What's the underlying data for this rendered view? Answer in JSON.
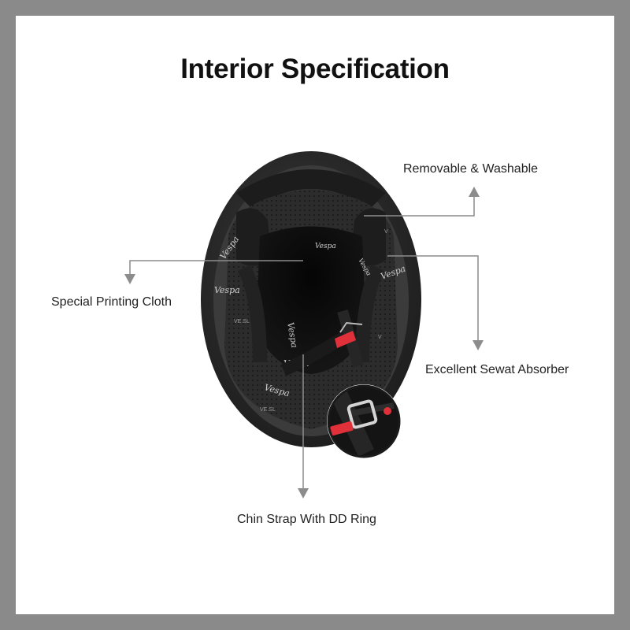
{
  "title": "Interior Specification",
  "callouts": [
    {
      "id": "removable",
      "label": "Removable & Washable"
    },
    {
      "id": "printing",
      "label": "Special Printing Cloth"
    },
    {
      "id": "absorber",
      "label": "Excellent Sewat Absorber"
    },
    {
      "id": "chinstrap",
      "label": "Chin Strap With DD Ring"
    }
  ],
  "colors": {
    "frame": "#8a8a8a",
    "background": "#ffffff",
    "leader_line": "#8c8c8c",
    "helmet_shell": "#2a2a2a",
    "liner": "#0d0d0d",
    "accent_red": "#e0303a"
  }
}
